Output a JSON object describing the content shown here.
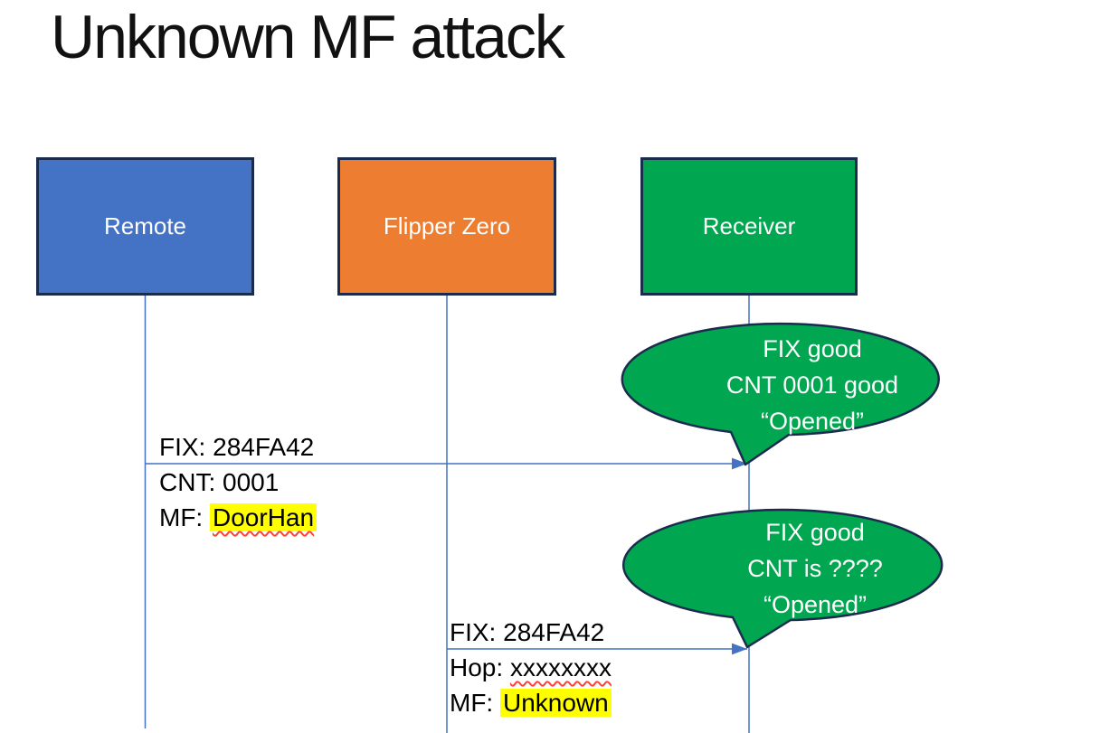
{
  "title": "Unknown MF attack",
  "actors": [
    {
      "label": "Remote",
      "fill": "#4472c4"
    },
    {
      "label": "Flipper Zero",
      "fill": "#ed7d31"
    },
    {
      "label": "Receiver",
      "fill": "#00a650"
    }
  ],
  "colors": {
    "actor_border": "#1b2b4d",
    "line_blue": "#4472c4",
    "bubble_fill": "#00a650",
    "bubble_border": "#1b2b4d",
    "bubble_text": "#ffffff",
    "highlight_yellow": "#ffff00",
    "squiggle_red": "#ff4136"
  },
  "messages": [
    {
      "from": "Remote",
      "to": "Receiver",
      "lines": [
        {
          "prefix": "FIX: 284FA42",
          "highlight": ""
        },
        {
          "prefix": "CNT: 0001",
          "highlight": ""
        },
        {
          "prefix": "MF: ",
          "highlight": "DoorHan"
        }
      ]
    },
    {
      "from": "Flipper Zero",
      "to": "Receiver",
      "lines": [
        {
          "prefix": "FIX: 284FA42",
          "highlight": ""
        },
        {
          "prefix": "Hop: ",
          "highlight": "xxxxxxxx"
        },
        {
          "prefix": "MF: ",
          "highlight": "Unknown"
        }
      ]
    }
  ],
  "bubbles": [
    {
      "lines": [
        "FIX good",
        "CNT 0001 good",
        "“Opened”"
      ]
    },
    {
      "lines": [
        "FIX good",
        "CNT is ????",
        "“Opened”"
      ]
    }
  ]
}
